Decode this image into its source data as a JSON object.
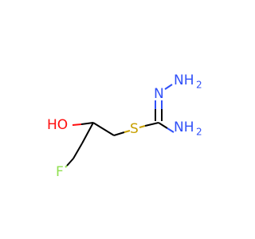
{
  "colors": {
    "carbon": "#000000",
    "oxygen": "#ff0d0d",
    "nitrogen": "#3050f8",
    "sulfur": "#c8a000",
    "fluorine": "#90e050",
    "background": "#ffffff"
  },
  "atoms": {
    "oh": "HO",
    "f": "F",
    "s": "S",
    "nh_hydrazino": "NH",
    "n_imine": "N",
    "nh2_terminal": "NH",
    "nh2_terminal_sub": "2",
    "nh2_amine": "NH",
    "nh2_amine_sub": "2"
  }
}
